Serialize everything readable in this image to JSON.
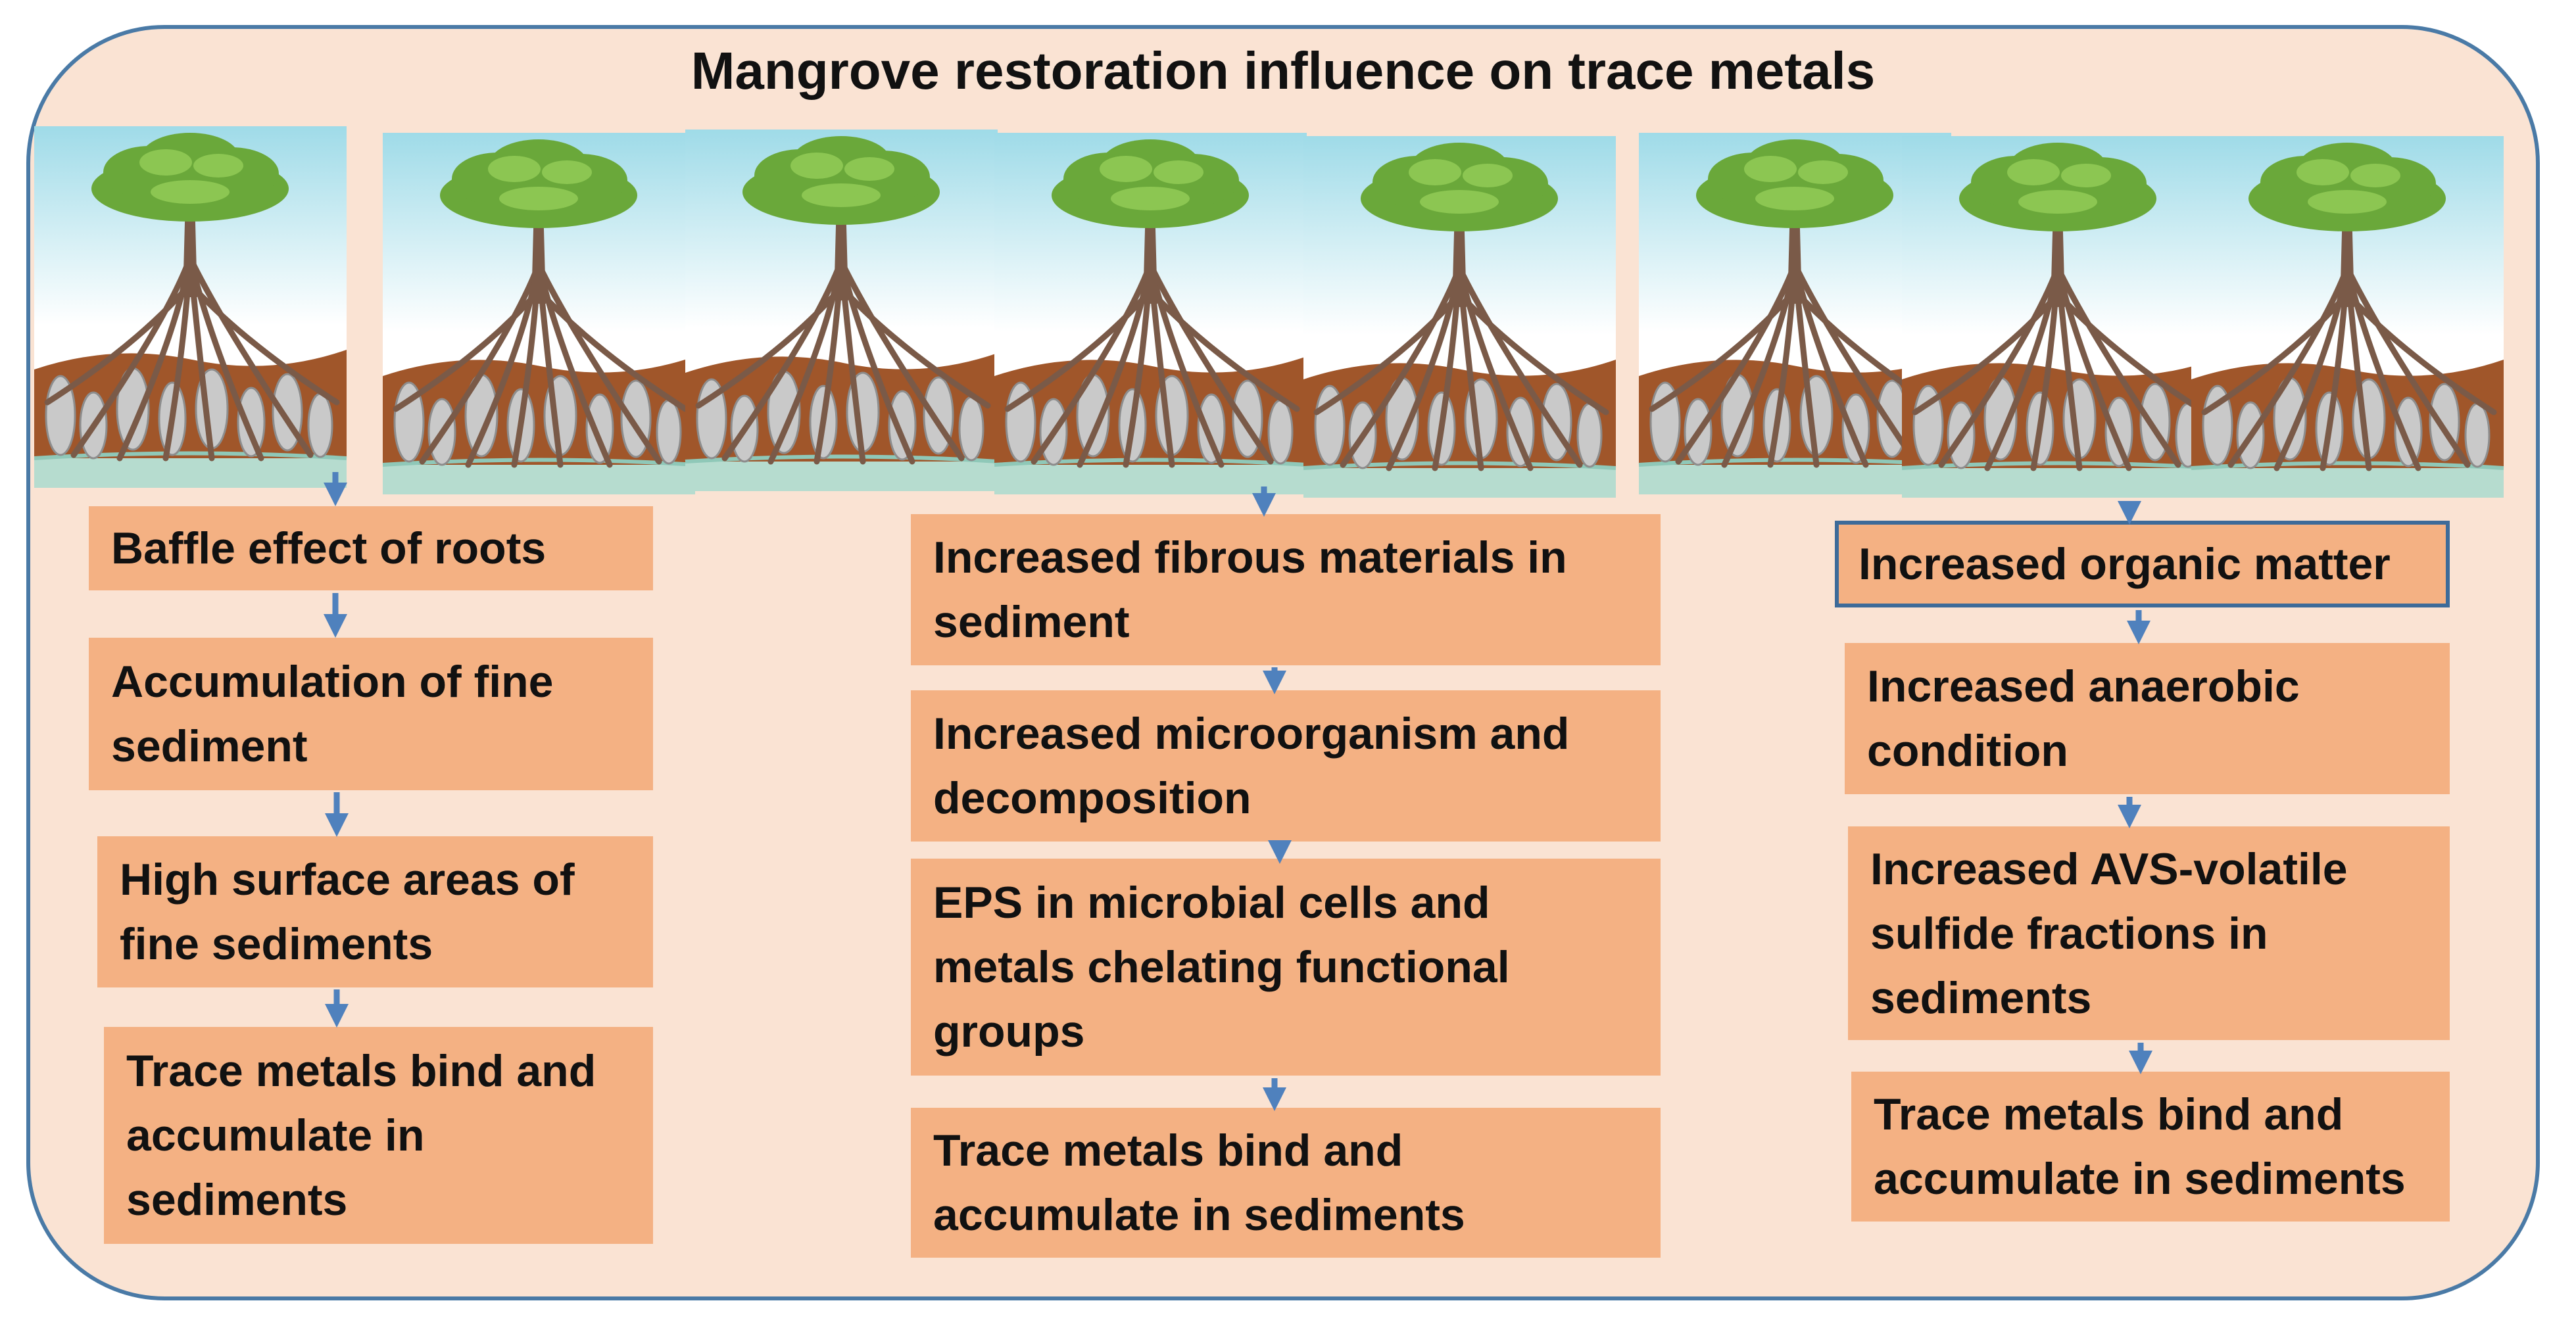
{
  "title": "Mangrove restoration influence on trace metals",
  "columns": [
    {
      "steps": [
        "Baffle effect of roots",
        "Accumulation of fine sediment",
        "High surface areas of fine sediments",
        "Trace metals bind and accumulate in sediments"
      ]
    },
    {
      "steps": [
        "Increased fibrous materials in sediment",
        "Increased microorganism and decomposition",
        "EPS in microbial cells and metals chelating functional groups",
        "Trace metals bind and accumulate in sediments"
      ]
    },
    {
      "steps": [
        "Increased organic matter",
        "Increased anaerobic condition",
        "Increased AVS-volatile sulfide fractions in sediments",
        "Trace metals bind and accumulate in sediments"
      ]
    }
  ],
  "colors": {
    "panel_fill": "#fae3d3",
    "panel_border": "#4a7aa6",
    "box_fill": "#f4b183",
    "arrow": "#4f81bd"
  },
  "illustration": {
    "icon": "mangrove-tree-icon",
    "tile_count": 8
  }
}
